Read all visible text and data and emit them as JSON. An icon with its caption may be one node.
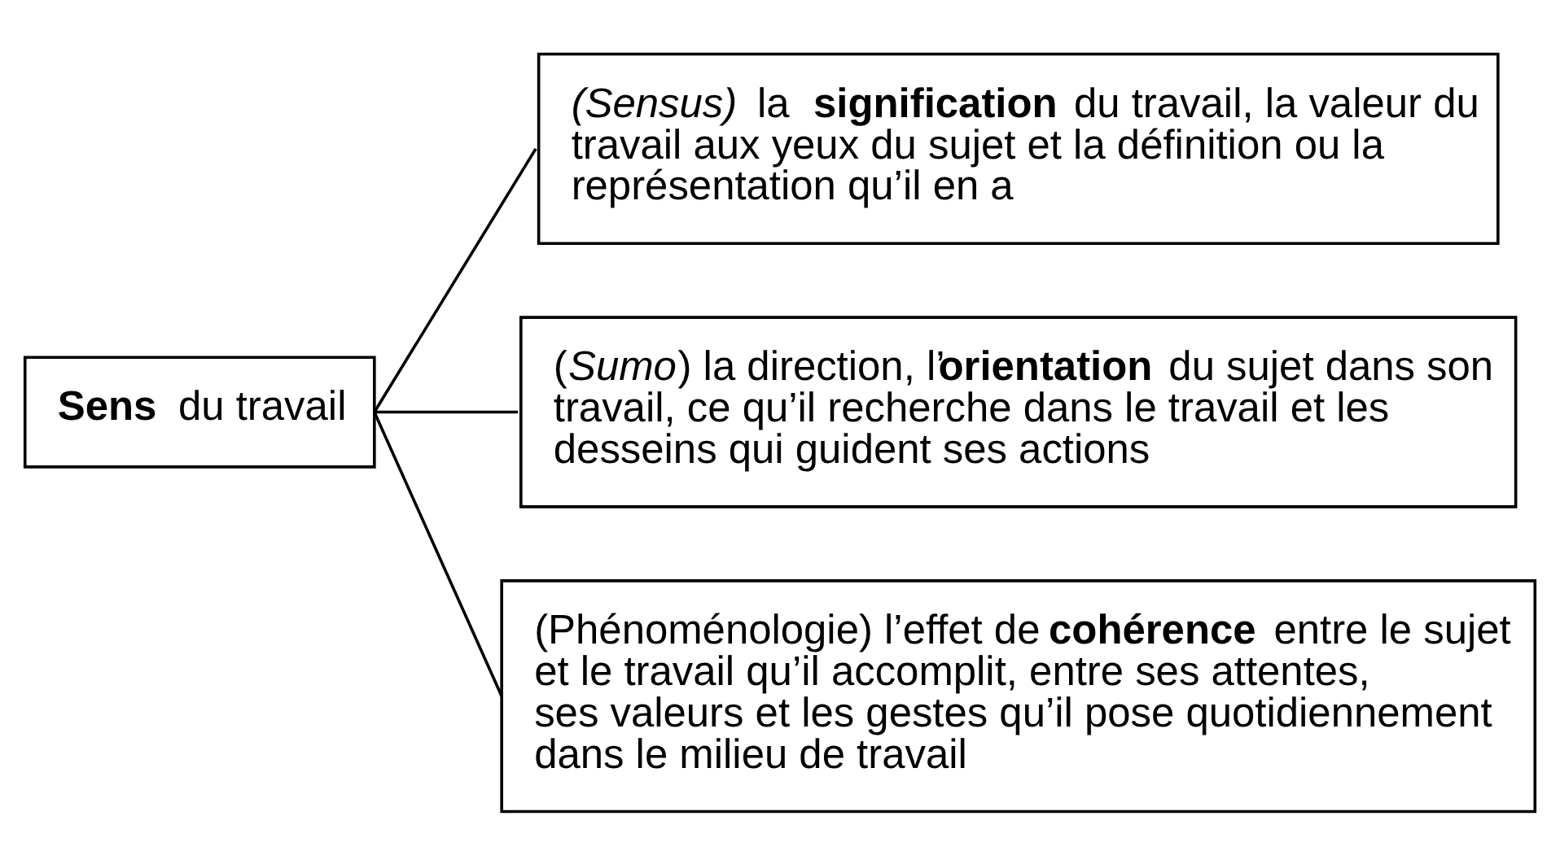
{
  "diagram": {
    "nodes": [
      {
        "text": [
          "**Sens** du travail"
        ]
      },
      {
        "text": [
          "*(Sensus)* la **signification** du travail, la valeur du travail aux yeux du sujet et la définition ou la représentation qu’il en a"
        ]
      },
      {
        "text": [
          "(*Sumo*) la direction, l’**orientation** du sujet dans son travail, ce qu’il recherche dans le travail et les desseins qui guident ses actions"
        ]
      },
      {
        "text": [
          "(Phénoménologie) l’effet de **cohérence** entre le sujet et le travail qu’il accomplit, entre ses attentes, ses valeurs et les gestes qu’il pose quotidiennement dans le milieu de travail"
        ]
      }
    ],
    "edges": [
      {
        "from": 0,
        "to": 1,
        "arrow": "none"
      },
      {
        "from": 0,
        "to": 2,
        "arrow": "none"
      },
      {
        "from": 0,
        "to": 3,
        "arrow": "none"
      }
    ]
  }
}
